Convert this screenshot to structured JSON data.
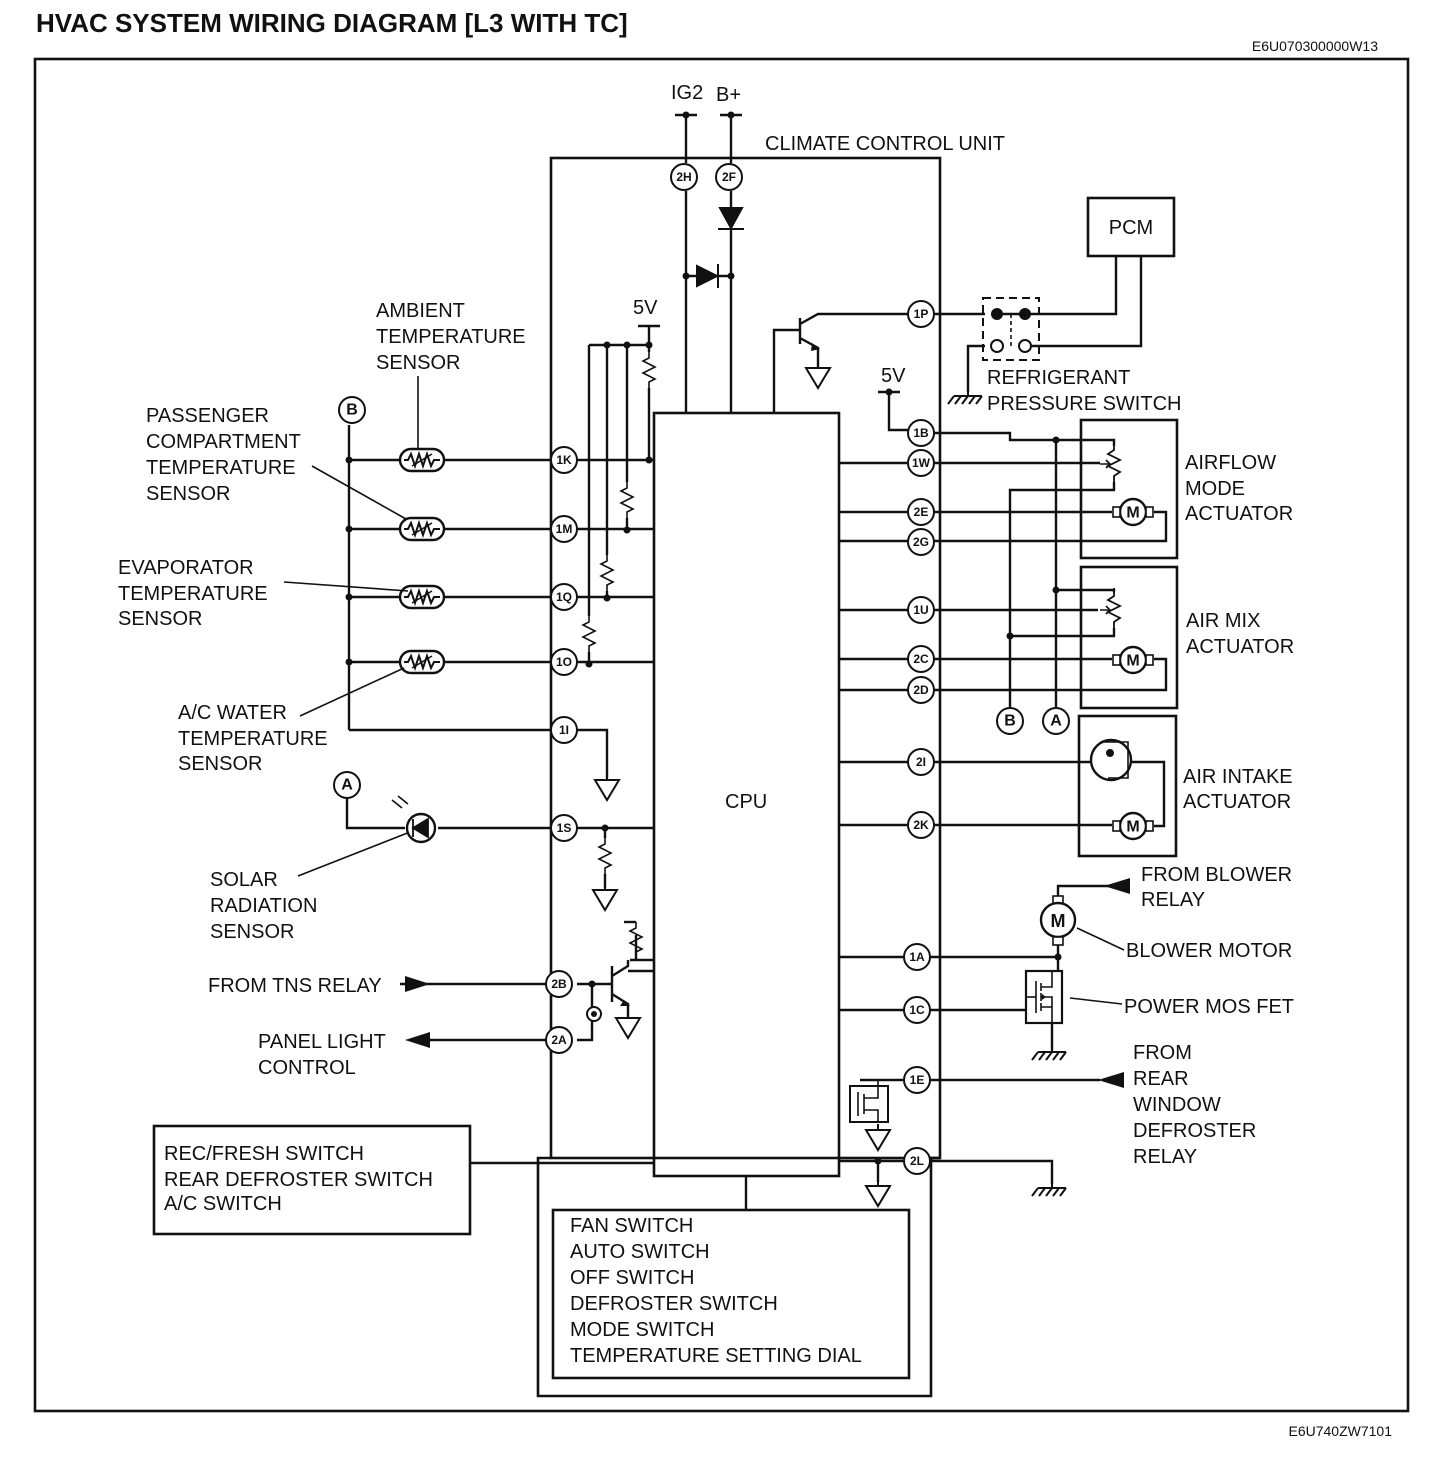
{
  "header": {
    "title": "HVAC SYSTEM WIRING DIAGRAM [L3 WITH TC]",
    "doc_code_top": "E6U070300000W13",
    "doc_code_bottom": "E6U740ZW7101"
  },
  "power": {
    "ig2": "IG2",
    "bplus": "B+",
    "v5_left": "5V",
    "v5_right": "5V"
  },
  "unit": {
    "name": "CLIMATE CONTROL UNIT",
    "cpu": "CPU"
  },
  "pcm": "PCM",
  "connectors": {
    "c2H": "2H",
    "c2F": "2F",
    "c1P": "1P",
    "c1B": "1B",
    "c1W": "1W",
    "c2E": "2E",
    "c2G": "2G",
    "c1U": "1U",
    "c2C": "2C",
    "c2D": "2D",
    "c2I": "2I",
    "c2K": "2K",
    "c1A": "1A",
    "c1C": "1C",
    "c1E": "1E",
    "c2L": "2L",
    "c1K": "1K",
    "c1M": "1M",
    "c1Q": "1Q",
    "c1O": "1O",
    "c1I": "1I",
    "c1S": "1S",
    "c2B": "2B",
    "c2A": "2A"
  },
  "refs": {
    "A": "A",
    "B": "B"
  },
  "motor_glyph": "M",
  "labels": {
    "ambient": [
      "AMBIENT",
      "TEMPERATURE",
      "SENSOR"
    ],
    "passenger": [
      "PASSENGER",
      "COMPARTMENT",
      "TEMPERATURE",
      "SENSOR"
    ],
    "evaporator": [
      "EVAPORATOR",
      "TEMPERATURE",
      "SENSOR"
    ],
    "ac_water": [
      "A/C WATER",
      "TEMPERATURE",
      "SENSOR"
    ],
    "solar": [
      "SOLAR",
      "RADIATION",
      "SENSOR"
    ],
    "tns": "FROM TNS RELAY",
    "panel_light": [
      "PANEL LIGHT",
      "CONTROL"
    ],
    "refrigerant": [
      "REFRIGERANT",
      "PRESSURE SWITCH"
    ],
    "airflow": [
      "AIRFLOW",
      "MODE",
      "ACTUATOR"
    ],
    "airmix": [
      "AIR MIX",
      "ACTUATOR"
    ],
    "airintake": [
      "AIR INTAKE",
      "ACTUATOR"
    ],
    "from_blower": [
      "FROM BLOWER",
      "RELAY"
    ],
    "blower_motor": "BLOWER MOTOR",
    "power_mos": "POWER MOS FET",
    "rear_window": [
      "FROM",
      "REAR",
      "WINDOW",
      "DEFROSTER",
      "RELAY"
    ]
  },
  "switch_box_left": [
    "REC/FRESH SWITCH",
    "REAR DEFROSTER SWITCH",
    "A/C SWITCH"
  ],
  "switch_box_bottom": [
    "FAN SWITCH",
    "AUTO SWITCH",
    "OFF SWITCH",
    "DEFROSTER SWITCH",
    "MODE SWITCH",
    "TEMPERATURE SETTING DIAL"
  ]
}
